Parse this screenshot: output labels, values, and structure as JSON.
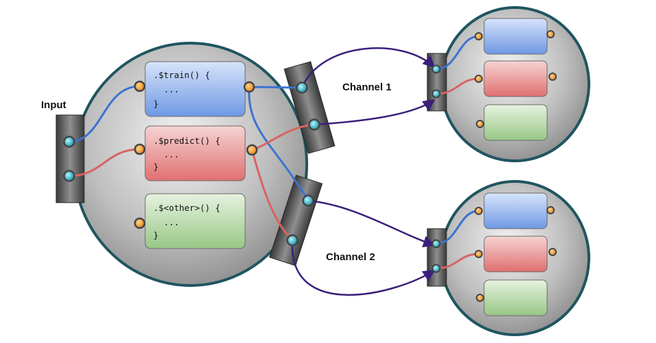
{
  "labels": {
    "input": "Input",
    "channel_1": "Channel 1",
    "channel_2": "Channel 2"
  },
  "main_node": {
    "methods": [
      {
        "name": "train",
        "lines": [
          ".$train() {",
          "  ...",
          "}"
        ],
        "color": "blue"
      },
      {
        "name": "predict",
        "lines": [
          ".$predict() {",
          "  ...",
          "}"
        ],
        "color": "red"
      },
      {
        "name": "other",
        "lines": [
          ".$<other>() {",
          "  ...",
          "}"
        ],
        "color": "green"
      }
    ]
  },
  "colors": {
    "node_fill_light": "#e8e8e8",
    "node_fill_dark": "#8c8c8c",
    "node_border": "#1f5560",
    "blue_box": "#7fa6ea",
    "red_box": "#e48585",
    "green_box": "#a9d19a",
    "blue_line": "#3a73d1",
    "red_line": "#d96363",
    "channel_line": "#3a1f7a",
    "port_orange": "#f29a2e",
    "port_teal": "#17a3b5",
    "port_ring": "#444444"
  }
}
